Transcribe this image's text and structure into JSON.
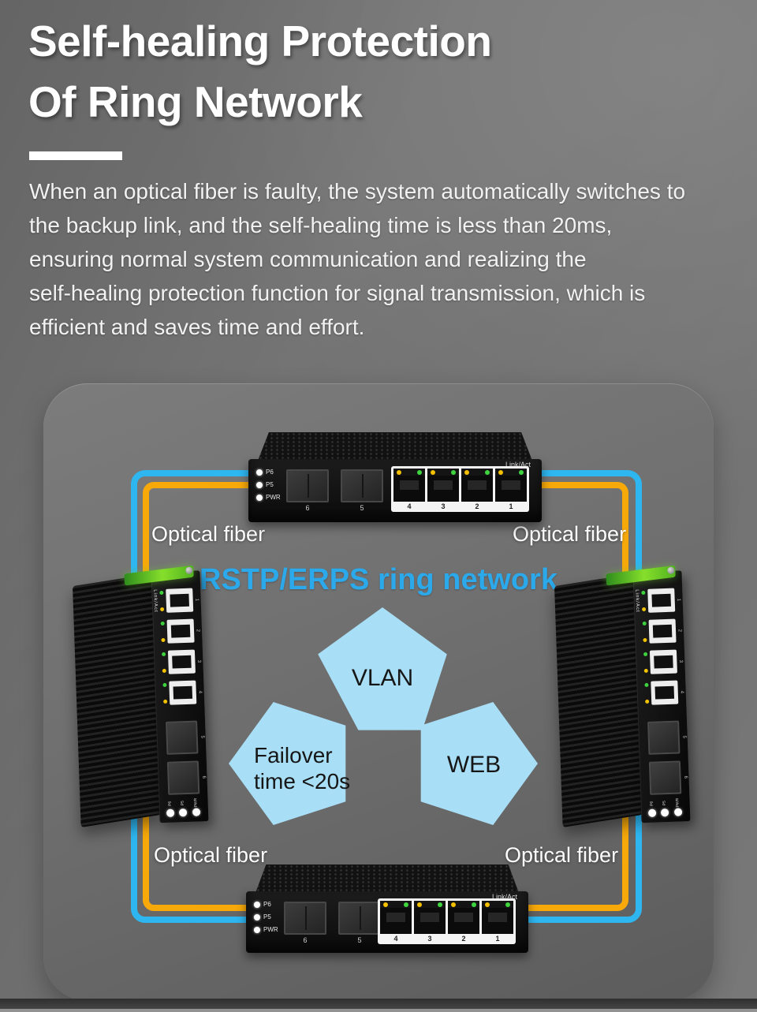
{
  "header": {
    "title_line1": "Self-healing Protection",
    "title_line2": "Of Ring Network",
    "paragraph_lines": [
      "When an optical fiber is faulty, the system automatically switches to",
      "the backup link, and the self-healing time is less than 20ms,",
      "ensuring normal system communication and realizing the",
      "self-healing protection function for signal transmission, which is",
      "efficient and saves time and effort."
    ]
  },
  "diagram": {
    "ring_label": "RSTP/ERPS ring network",
    "fiber_label": "Optical fiber",
    "pentagon_top": "VLAN",
    "pentagon_left_line1": "Failover",
    "pentagon_left_line2": "time <20s",
    "pentagon_right": "WEB",
    "colors": {
      "fiber_outer_blue": "#2eb6f0",
      "fiber_inner_orange": "#f7a90a",
      "ring_label_blue": "#2ba9ea",
      "pentagon_fill": "#a8def6"
    }
  },
  "switch": {
    "led_labels": [
      "P6",
      "P5",
      "PWR"
    ],
    "sfp_port_labels": [
      "6",
      "5"
    ],
    "rj45_port_labels": [
      "4",
      "3",
      "2",
      "1"
    ],
    "link_act_label": "Link/Act"
  }
}
